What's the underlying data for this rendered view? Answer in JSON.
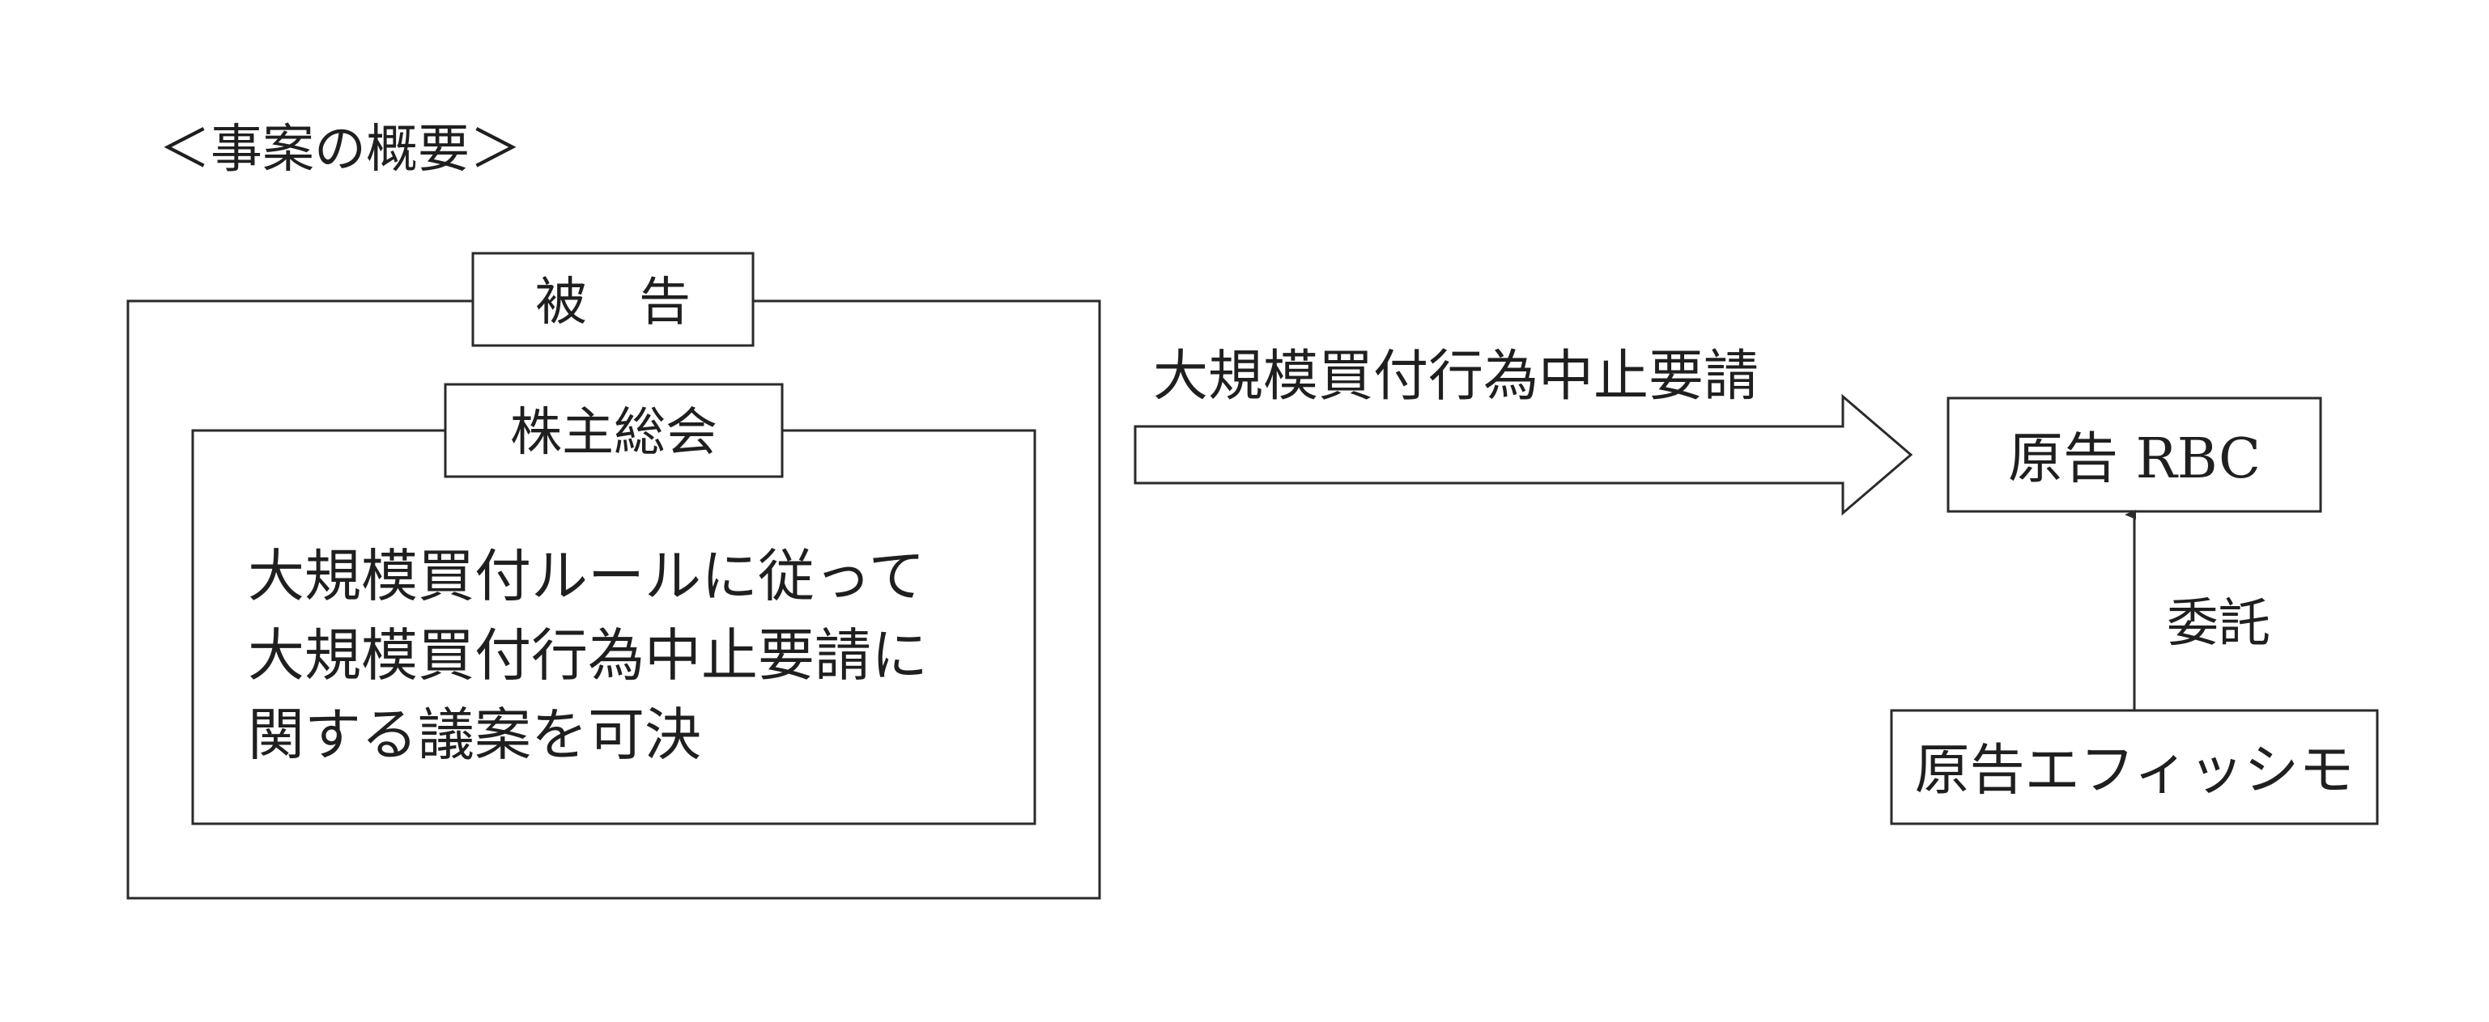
{
  "diagram": {
    "heading": "＜事案の概要＞",
    "defendant": {
      "label": "被　告",
      "shareholders_meeting": {
        "label": "株主総会",
        "resolution_lines": [
          "大規模買付ルールに従って",
          "大規模買付行為中止要請に",
          "関する議案を可決"
        ]
      }
    },
    "main_arrow": {
      "label": "大規模買付行為中止要請"
    },
    "plaintiff_rbc": {
      "label": "原告 RBC"
    },
    "entrust_arrow": {
      "label": "委託"
    },
    "plaintiff_efficimo": {
      "label": "原告エフィッシモ"
    },
    "colors": {
      "stroke": "#2a2a2a",
      "text": "#1f1f1f",
      "background": "#ffffff"
    }
  }
}
